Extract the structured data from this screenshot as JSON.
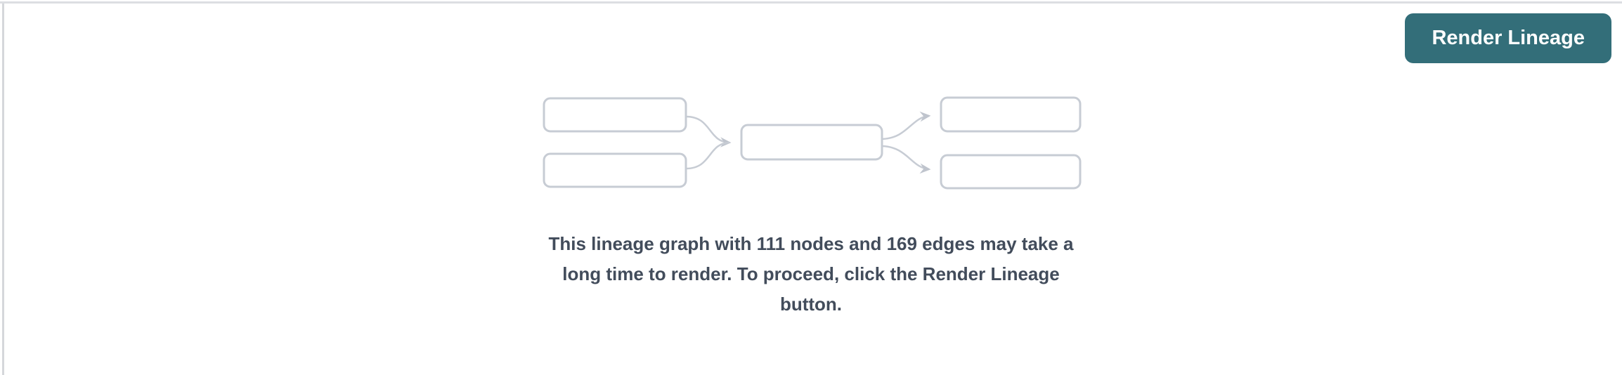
{
  "panel": {
    "background_color": "#ffffff",
    "top_border_color": "#dcdee2",
    "left_border_color": "#d5d7db"
  },
  "toolbar": {
    "render_lineage_button": {
      "label": "Render Lineage",
      "background_color": "#336e79",
      "text_color": "#ffffff"
    }
  },
  "empty_state": {
    "message": "This lineage graph with 111 nodes and 169 edges may take a long time to render. To proceed, click the Render Lineage button.",
    "node_count": 111,
    "edge_count": 169,
    "text_color": "#424c5b",
    "graphic": {
      "name": "lineage-placeholder-graphic",
      "box_fill_color": "#ffffff",
      "box_border_color": "#c7ccd4",
      "edge_color": "#c7ccd4",
      "box_count": 5,
      "layout": "2 source boxes -> 1 middle box -> 2 target boxes, connected with curved arrows"
    }
  }
}
